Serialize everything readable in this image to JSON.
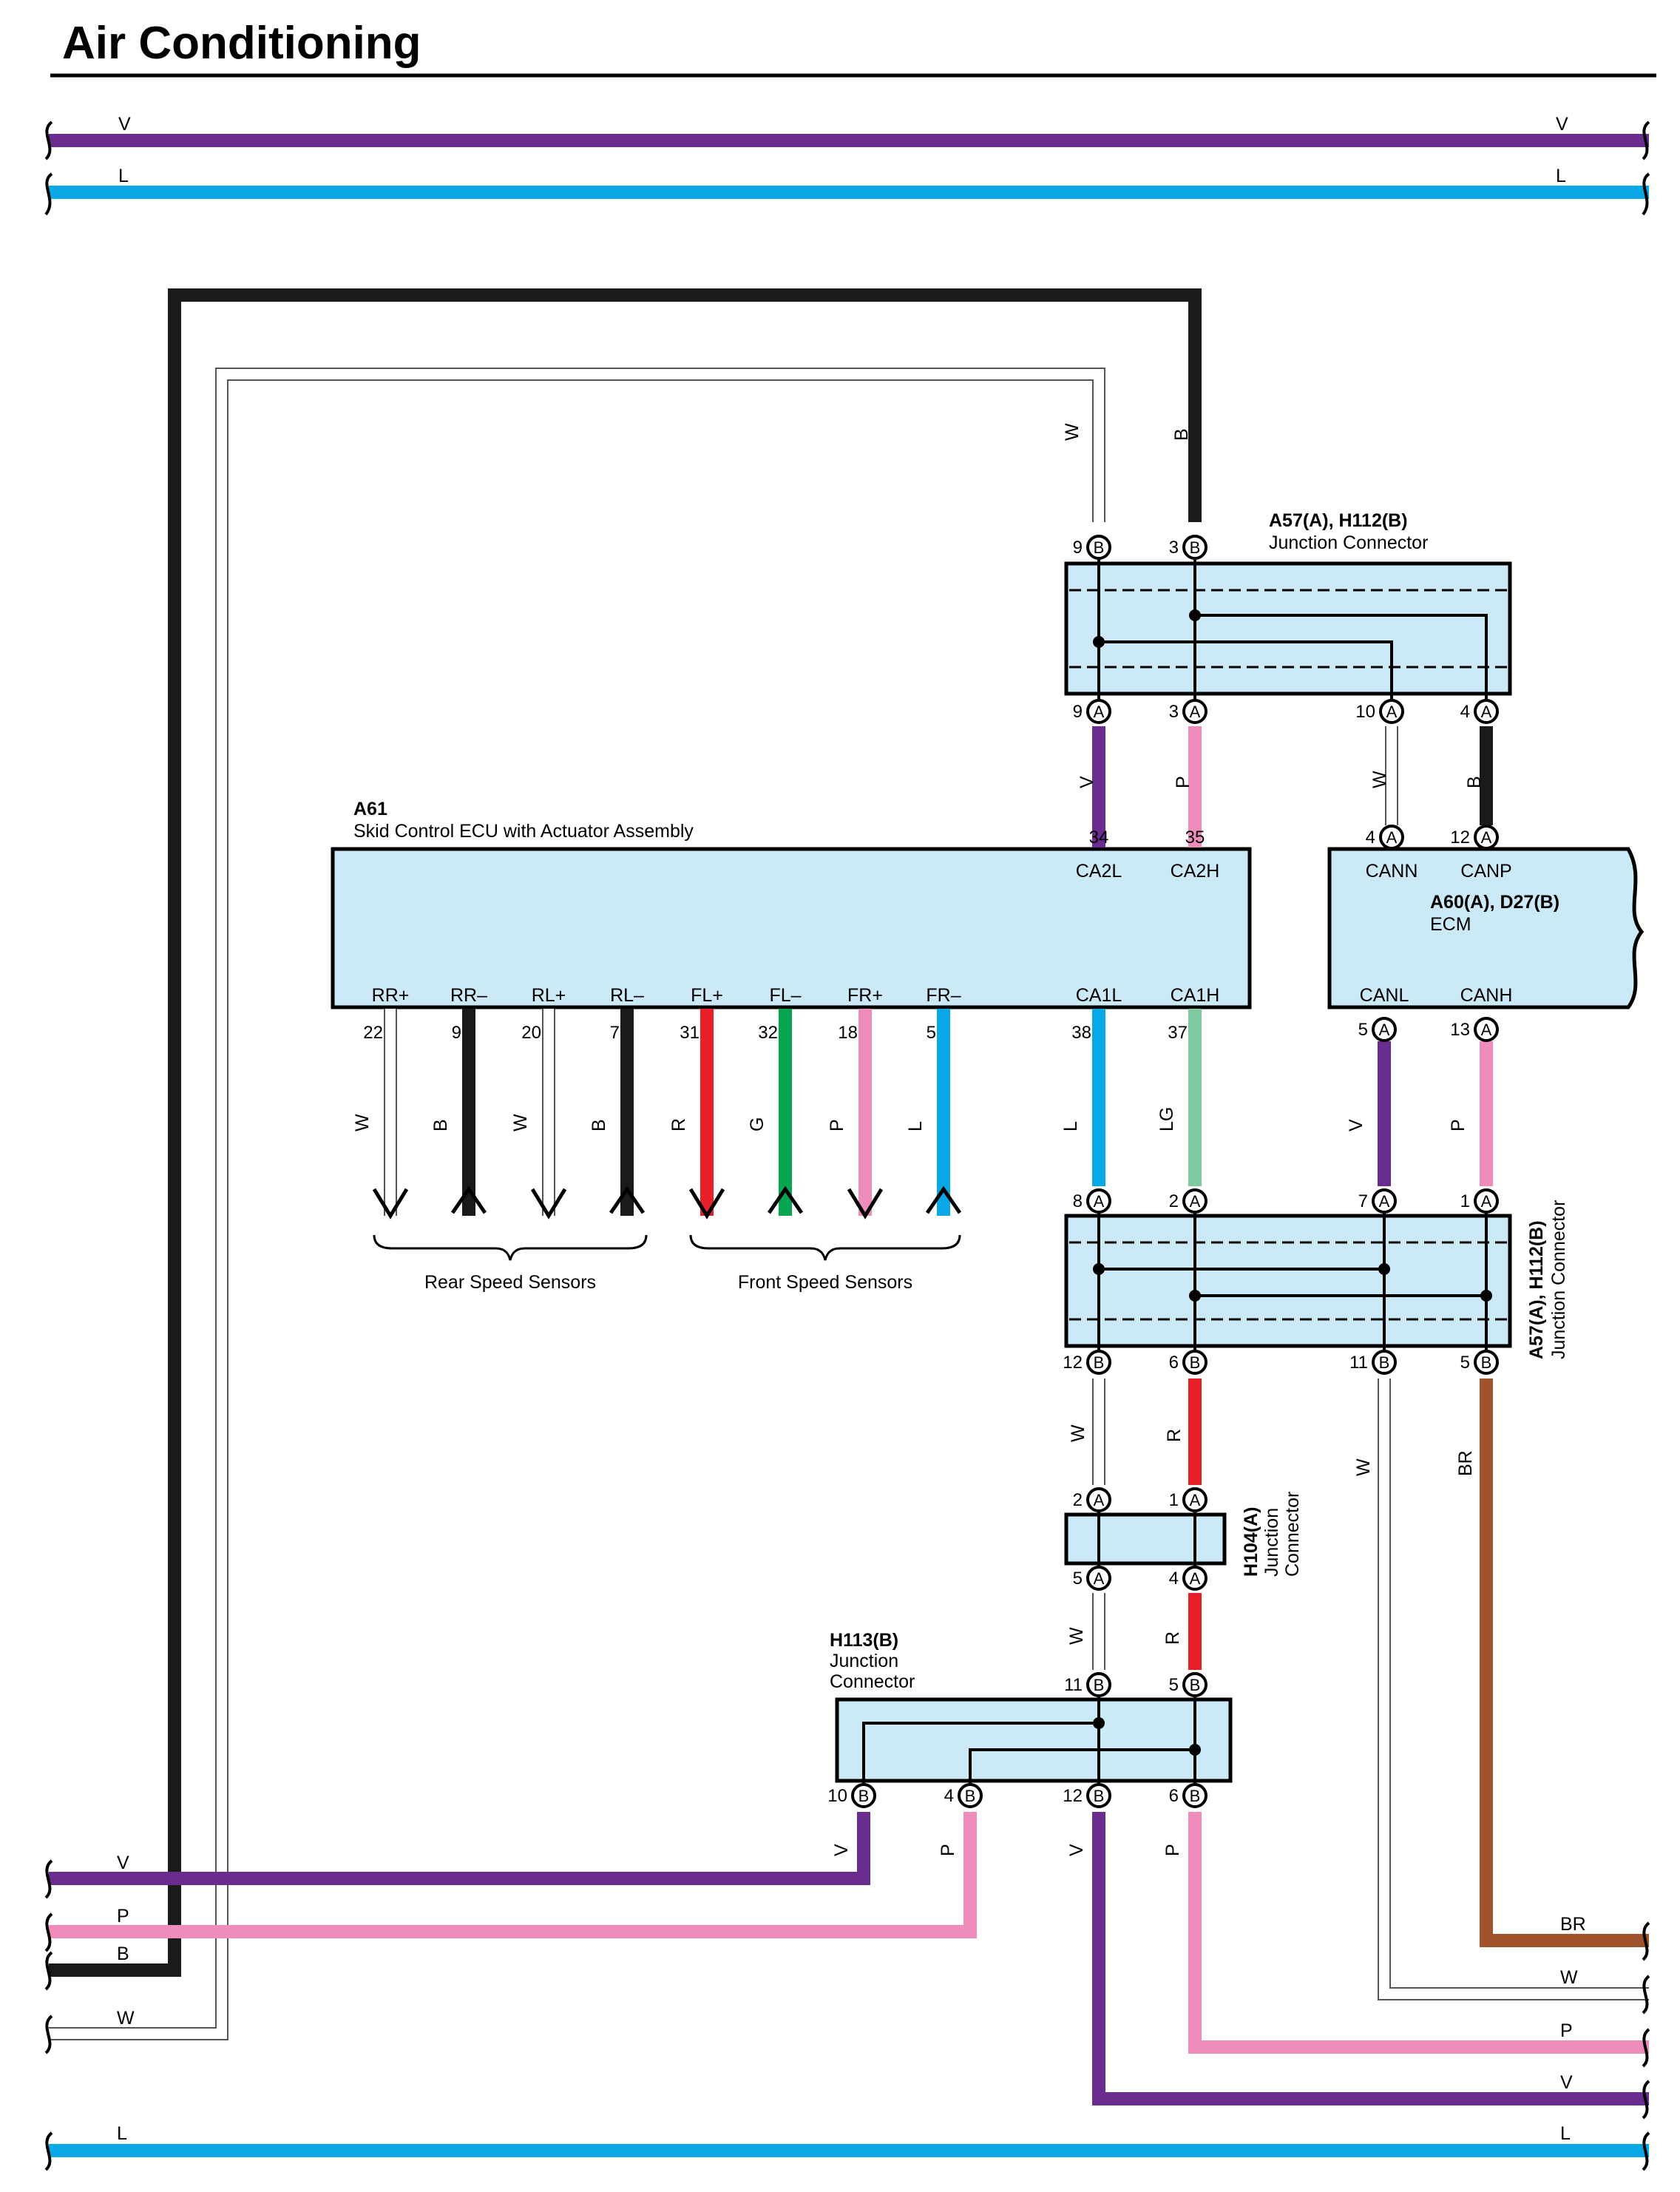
{
  "title": "Air Conditioning",
  "colors": {
    "V": "#6b2c8f",
    "L": "#08a7e6",
    "B": "#1a1a1a",
    "W": "#ffffff",
    "P": "#f08cbc",
    "R": "#e8202a",
    "G": "#06a651",
    "LG": "#7fcaa0",
    "BR": "#a0522d",
    "box_fill": "#cce9f8"
  },
  "top_wires": [
    {
      "left_label": "V",
      "right_label": "V"
    },
    {
      "left_label": "L",
      "right_label": "L"
    }
  ],
  "bottom_left_wires": [
    {
      "label": "V"
    },
    {
      "label": "P"
    },
    {
      "label": "B"
    },
    {
      "label": "W"
    }
  ],
  "bottom_right_wires": [
    {
      "label": "BR"
    },
    {
      "label": "W"
    },
    {
      "label": "P"
    },
    {
      "label": "V"
    }
  ],
  "bottom_wire": {
    "left_label": "L",
    "right_label": "L"
  },
  "components": {
    "jc_top": {
      "id": "A57(A), H112(B)",
      "name": "Junction Connector",
      "top_pins": [
        {
          "num": "9",
          "conn": "B"
        },
        {
          "num": "3",
          "conn": "B"
        }
      ],
      "bottom_pins": [
        {
          "num": "9",
          "conn": "A"
        },
        {
          "num": "3",
          "conn": "A"
        },
        {
          "num": "10",
          "conn": "A"
        },
        {
          "num": "4",
          "conn": "A"
        }
      ],
      "top_wire_colors": [
        "W",
        "B"
      ],
      "bottom_wire_colors": [
        "V",
        "P",
        "W",
        "B"
      ]
    },
    "ecu": {
      "id": "A61",
      "name": "Skid Control ECU with Actuator Assembly",
      "top_pins": [
        {
          "num": "34",
          "signal": "CA2L"
        },
        {
          "num": "35",
          "signal": "CA2H"
        }
      ],
      "bottom_pins": [
        {
          "num": "22",
          "signal": "RR+",
          "wire": "W"
        },
        {
          "num": "9",
          "signal": "RR–",
          "wire": "B"
        },
        {
          "num": "20",
          "signal": "RL+",
          "wire": "W"
        },
        {
          "num": "7",
          "signal": "RL–",
          "wire": "B"
        },
        {
          "num": "31",
          "signal": "FL+",
          "wire": "R"
        },
        {
          "num": "32",
          "signal": "FL–",
          "wire": "G"
        },
        {
          "num": "18",
          "signal": "FR+",
          "wire": "P"
        },
        {
          "num": "5",
          "signal": "FR–",
          "wire": "L"
        },
        {
          "num": "38",
          "signal": "CA1L",
          "wire": "L"
        },
        {
          "num": "37",
          "signal": "CA1H",
          "wire": "LG"
        }
      ],
      "rear_group": "Rear Speed Sensors",
      "front_group": "Front Speed Sensors"
    },
    "ecm": {
      "id": "A60(A), D27(B)",
      "name": "ECM",
      "top_pins": [
        {
          "num": "4",
          "conn": "A",
          "signal": "CANN"
        },
        {
          "num": "12",
          "conn": "A",
          "signal": "CANP"
        }
      ],
      "bottom_pins": [
        {
          "num": "5",
          "conn": "A",
          "signal": "CANL",
          "wire": "V"
        },
        {
          "num": "13",
          "conn": "A",
          "signal": "CANH",
          "wire": "P"
        }
      ]
    },
    "jc_mid": {
      "id": "A57(A), H112(B)",
      "name": "Junction Connector",
      "top_pins": [
        {
          "num": "8",
          "conn": "A"
        },
        {
          "num": "2",
          "conn": "A"
        },
        {
          "num": "7",
          "conn": "A"
        },
        {
          "num": "1",
          "conn": "A"
        }
      ],
      "bottom_pins": [
        {
          "num": "12",
          "conn": "B"
        },
        {
          "num": "6",
          "conn": "B"
        },
        {
          "num": "11",
          "conn": "B"
        },
        {
          "num": "5",
          "conn": "B"
        }
      ],
      "bottom_wire_colors": [
        "W",
        "R",
        "W",
        "BR"
      ]
    },
    "h104": {
      "id": "H104(A)",
      "name_line1": "Junction",
      "name_line2": "Connector",
      "top_pins": [
        {
          "num": "2",
          "conn": "A"
        },
        {
          "num": "1",
          "conn": "A"
        }
      ],
      "bottom_pins": [
        {
          "num": "5",
          "conn": "A"
        },
        {
          "num": "4",
          "conn": "A"
        }
      ],
      "bottom_wire_colors": [
        "W",
        "R"
      ]
    },
    "h113": {
      "id": "H113(B)",
      "name_line1": "Junction",
      "name_line2": "Connector",
      "top_pins": [
        {
          "num": "11",
          "conn": "B"
        },
        {
          "num": "5",
          "conn": "B"
        }
      ],
      "bottom_pins": [
        {
          "num": "10",
          "conn": "B"
        },
        {
          "num": "4",
          "conn": "B"
        },
        {
          "num": "12",
          "conn": "B"
        },
        {
          "num": "6",
          "conn": "B"
        }
      ],
      "bottom_wire_colors": [
        "V",
        "P",
        "V",
        "P"
      ]
    }
  }
}
